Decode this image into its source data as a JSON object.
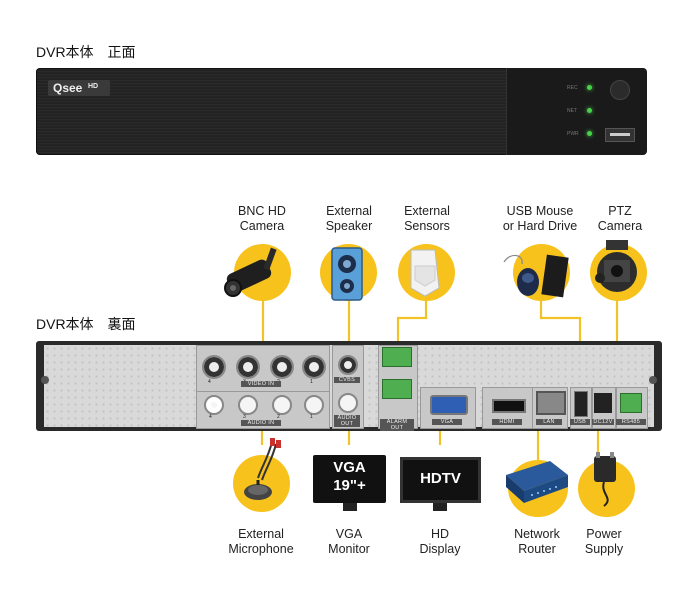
{
  "front_title": "DVR本体　正面",
  "rear_title": "DVR本体　裏面",
  "brand_logo": "Qsee",
  "brand_suffix": "HD",
  "front_leds": [
    "REC",
    "NET",
    "PWR"
  ],
  "rear_port_labels": {
    "video_in": "VIDEO IN",
    "audio_in": "AUDIO IN",
    "cvbs": "CVBS",
    "audio_out": "AUDIO OUT",
    "alarm": "ALARM OUT",
    "vga": "VGA",
    "hdmi": "HDMI",
    "lan": "LAN",
    "usb": "USB",
    "dc": "DC12V",
    "rs485": "RS485"
  },
  "video_in_numbers": [
    "4",
    "3",
    "2",
    "1"
  ],
  "audio_in_numbers": [
    "4",
    "3",
    "2",
    "1"
  ],
  "top_devices": [
    {
      "line1": "BNC HD",
      "line2": "Camera",
      "icon": "bnc-camera-icon"
    },
    {
      "line1": "External",
      "line2": "Speaker",
      "icon": "speaker-icon"
    },
    {
      "line1": "External",
      "line2": "Sensors",
      "icon": "sensor-icon"
    },
    {
      "line1": "USB Mouse",
      "line2": "or Hard Drive",
      "icon": "mouse-harddrive-icon"
    },
    {
      "line1": "PTZ",
      "line2": "Camera",
      "icon": "ptz-camera-icon"
    }
  ],
  "bottom_devices": [
    {
      "line1": "External",
      "line2": "Microphone",
      "icon": "microphone-icon"
    },
    {
      "line1": "VGA",
      "line2": "Monitor",
      "icon": "vga-monitor-icon"
    },
    {
      "line1": "HD",
      "line2": "Display",
      "icon": "hdtv-icon"
    },
    {
      "line1": "Network",
      "line2": "Router",
      "icon": "router-icon"
    },
    {
      "line1": "Power",
      "line2": "Supply",
      "icon": "power-supply-icon"
    }
  ],
  "vga_screen": {
    "line1": "VGA",
    "line2": "19\"+"
  },
  "hdtv_screen": "HDTV",
  "colors": {
    "accent": "#f7c21c",
    "device_body": "#2a2a2a",
    "led_green": "#49d14a"
  }
}
